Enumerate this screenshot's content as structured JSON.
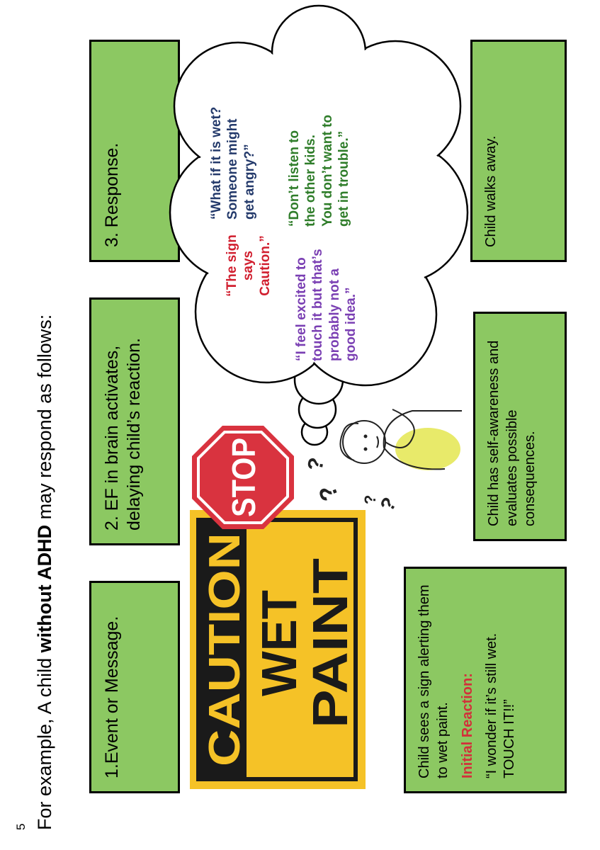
{
  "page_number": "5",
  "heading": {
    "prefix": "For example, A child ",
    "bold": "without ADHD",
    "suffix": " may respond as follows:"
  },
  "steps": [
    {
      "label": "1.Event or Message."
    },
    {
      "label": "2. EF in brain activates, delaying child’s reaction."
    },
    {
      "label": "3. Response."
    }
  ],
  "caution_sign": {
    "top_text": "CAUTION",
    "line1": "WET",
    "line2": "PAINT",
    "colors": {
      "yellow": "#f5c227",
      "black": "#1a1a1a"
    }
  },
  "stop_sign": {
    "text": "STOP",
    "colors": {
      "red": "#d9333f",
      "white": "#ffffff"
    }
  },
  "thoughts": {
    "sign_says": "“The sign says Caution.”",
    "excited": "“I feel excited to touch it but that’s probably not a good idea.”",
    "wet": "“What if it is wet? Someone might get angry?”",
    "listen": "“Don’t listen to the other kids. You don’t want to get in trouble.”"
  },
  "descriptions": {
    "event": {
      "text": "Child sees a sign alerting them to wet paint.",
      "initial_label": "Initial Reaction:",
      "initial_quote": "“I wonder if it’s still wet. TOUCH IT!!”"
    },
    "ef": "Child has self-awareness and evaluates possible consequences.",
    "response": "Child walks away."
  },
  "colors": {
    "box_green": "#8cc862",
    "border": "#000000",
    "accent_red": "#d3303a"
  }
}
